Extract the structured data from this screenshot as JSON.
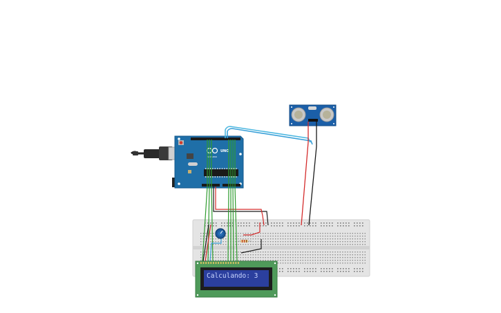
{
  "lcd": {
    "text": "Calculando: 3"
  },
  "arduino": {
    "logo_text": "UNO",
    "brand_text": "ARDUINO"
  },
  "colors": {
    "board": "#1f6fa8",
    "board_dark": "#155a8c",
    "breadboard": "#e6e6e6",
    "lcd_pcb": "#4f9a5a",
    "lcd_screen": "#2b3f9e",
    "sensor": "#1b5fa8",
    "wire_green": "#2e9b2e",
    "wire_red": "#d42a2a",
    "wire_black": "#1a1a1a",
    "wire_blue": "#3aa0d8",
    "wire_cyan": "#4cb7e0"
  },
  "icons": {
    "usb": "usb-cable-icon",
    "potentiometer": "potentiometer-icon",
    "resistor": "resistor-icon",
    "ultrasonic": "ultrasonic-sensor-icon"
  }
}
